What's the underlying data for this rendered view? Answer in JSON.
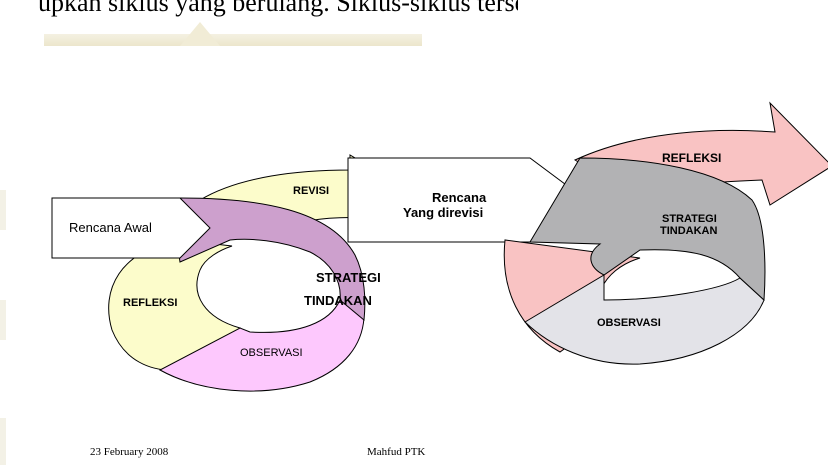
{
  "header": {
    "partial_text": "upkan siklus yang berulang. Siklus-siklus tersebut seperti pada gambar berikut"
  },
  "left_cycle": {
    "start_box": "Rencana Awal",
    "revisi": "REVISI",
    "strategi_line1": "STRATEGI",
    "strategi_line2": "TINDAKAN",
    "refleksi": "REFLEKSI",
    "observasi": "OBSERVASI"
  },
  "middle_box": {
    "line1": "Rencana",
    "line2": "Yang direvisi"
  },
  "right_cycle": {
    "refleksi": "REFLEKSI",
    "strategi_line1": "STRATEGI",
    "strategi_line2": "TINDAKAN",
    "observasi": "OBSERVASI"
  },
  "footer": {
    "date": "23 February 2008",
    "author": "Mahfud  PTK"
  },
  "colors": {
    "purple": "#cda0cd",
    "yellow": "#fcfccb",
    "pink_light": "#fdc8fd",
    "salmon": "#f9c3c3",
    "gray_dark": "#b2b2b4",
    "gray_light": "#e3e3e8"
  }
}
